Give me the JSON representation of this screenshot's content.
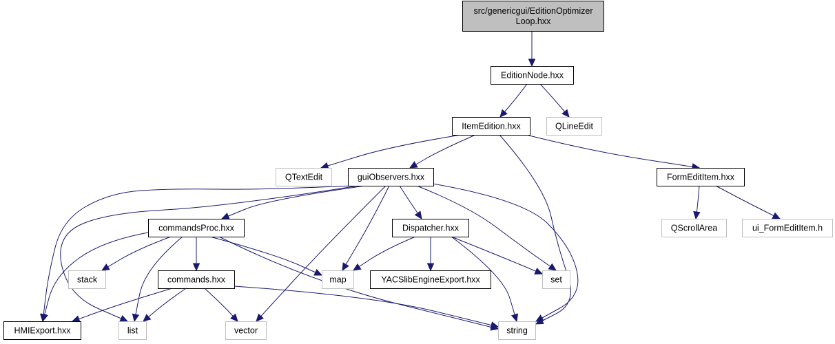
{
  "graph": {
    "type": "include-dependency-graph",
    "colors": {
      "root_fill": "#bfbfbf",
      "documented_border": "#000000",
      "external_border": "#bfbfbf",
      "edge": "#191970"
    },
    "nodes": [
      {
        "id": "root",
        "label": [
          "src/genericgui/EditionOptimizer",
          "Loop.hxx"
        ],
        "kind": "root"
      },
      {
        "id": "EditionNode",
        "label": [
          "EditionNode.hxx"
        ],
        "kind": "documented"
      },
      {
        "id": "ItemEdition",
        "label": [
          "ItemEdition.hxx"
        ],
        "kind": "documented"
      },
      {
        "id": "QLineEdit",
        "label": [
          "QLineEdit"
        ],
        "kind": "external"
      },
      {
        "id": "QTextEdit",
        "label": [
          "QTextEdit"
        ],
        "kind": "external"
      },
      {
        "id": "guiObservers",
        "label": [
          "guiObservers.hxx"
        ],
        "kind": "documented"
      },
      {
        "id": "FormEditItem",
        "label": [
          "FormEditItem.hxx"
        ],
        "kind": "documented"
      },
      {
        "id": "QScrollArea",
        "label": [
          "QScrollArea"
        ],
        "kind": "external"
      },
      {
        "id": "ui_FormEditItem",
        "label": [
          "ui_FormEditItem.h"
        ],
        "kind": "external"
      },
      {
        "id": "commandsProc",
        "label": [
          "commandsProc.hxx"
        ],
        "kind": "documented"
      },
      {
        "id": "Dispatcher",
        "label": [
          "Dispatcher.hxx"
        ],
        "kind": "documented"
      },
      {
        "id": "stack",
        "label": [
          "stack"
        ],
        "kind": "external"
      },
      {
        "id": "commands",
        "label": [
          "commands.hxx"
        ],
        "kind": "documented"
      },
      {
        "id": "map",
        "label": [
          "map"
        ],
        "kind": "external"
      },
      {
        "id": "YACSlibEngineExport",
        "label": [
          "YACSlibEngineExport.hxx"
        ],
        "kind": "documented"
      },
      {
        "id": "set",
        "label": [
          "set"
        ],
        "kind": "external"
      },
      {
        "id": "HMIExport",
        "label": [
          "HMIExport.hxx"
        ],
        "kind": "documented"
      },
      {
        "id": "list",
        "label": [
          "list"
        ],
        "kind": "external"
      },
      {
        "id": "vector",
        "label": [
          "vector"
        ],
        "kind": "external"
      },
      {
        "id": "string",
        "label": [
          "string"
        ],
        "kind": "external"
      }
    ],
    "edges": [
      {
        "from": "root",
        "to": "EditionNode"
      },
      {
        "from": "EditionNode",
        "to": "ItemEdition"
      },
      {
        "from": "EditionNode",
        "to": "QLineEdit"
      },
      {
        "from": "ItemEdition",
        "to": "QTextEdit"
      },
      {
        "from": "ItemEdition",
        "to": "guiObservers"
      },
      {
        "from": "ItemEdition",
        "to": "FormEditItem"
      },
      {
        "from": "ItemEdition",
        "to": "string"
      },
      {
        "from": "FormEditItem",
        "to": "QScrollArea"
      },
      {
        "from": "FormEditItem",
        "to": "ui_FormEditItem"
      },
      {
        "from": "guiObservers",
        "to": "commandsProc"
      },
      {
        "from": "guiObservers",
        "to": "Dispatcher"
      },
      {
        "from": "guiObservers",
        "to": "HMIExport"
      },
      {
        "from": "guiObservers",
        "to": "list"
      },
      {
        "from": "guiObservers",
        "to": "map"
      },
      {
        "from": "guiObservers",
        "to": "vector"
      },
      {
        "from": "guiObservers",
        "to": "set"
      },
      {
        "from": "guiObservers",
        "to": "string"
      },
      {
        "from": "commandsProc",
        "to": "stack"
      },
      {
        "from": "commandsProc",
        "to": "commands"
      },
      {
        "from": "commandsProc",
        "to": "HMIExport"
      },
      {
        "from": "commandsProc",
        "to": "list"
      },
      {
        "from": "commandsProc",
        "to": "map"
      },
      {
        "from": "commandsProc",
        "to": "string"
      },
      {
        "from": "Dispatcher",
        "to": "map"
      },
      {
        "from": "Dispatcher",
        "to": "YACSlibEngineExport"
      },
      {
        "from": "Dispatcher",
        "to": "set"
      },
      {
        "from": "Dispatcher",
        "to": "string"
      },
      {
        "from": "commands",
        "to": "HMIExport"
      },
      {
        "from": "commands",
        "to": "list"
      },
      {
        "from": "commands",
        "to": "vector"
      },
      {
        "from": "commands",
        "to": "string"
      }
    ]
  }
}
